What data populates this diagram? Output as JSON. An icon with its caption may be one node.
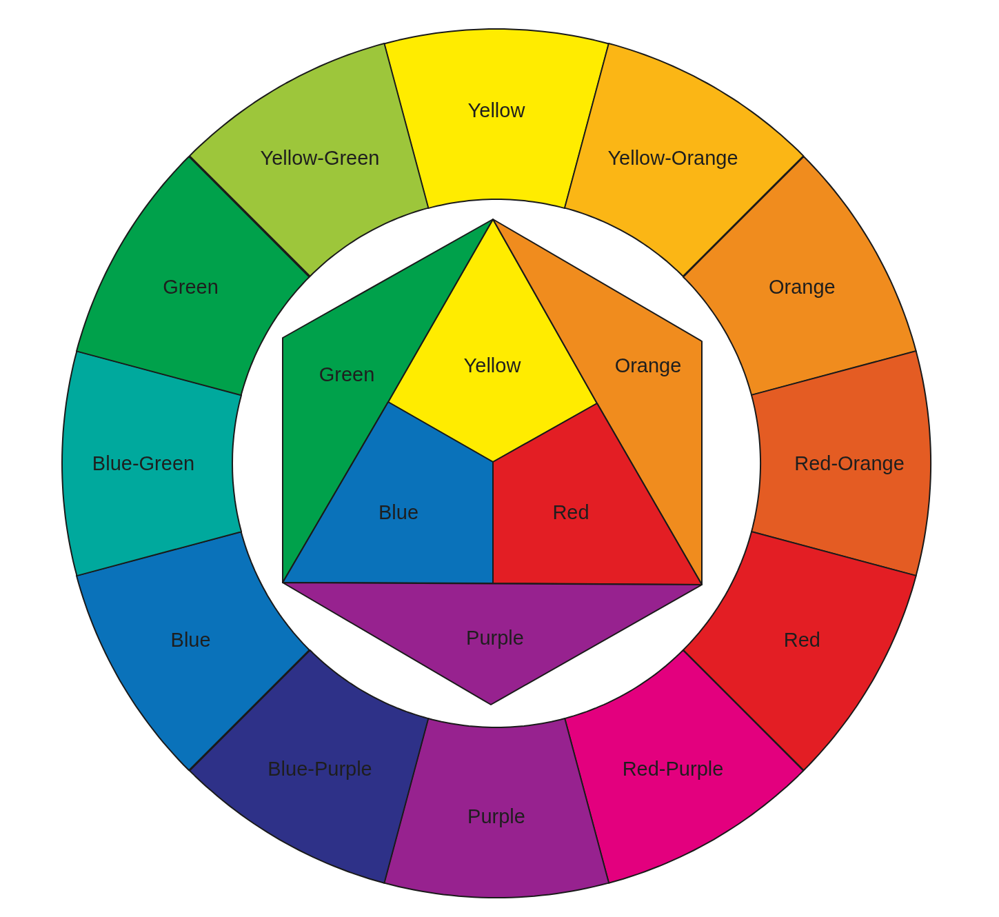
{
  "diagram": {
    "nodes": [
      {
        "text": [
          "Yellow"
        ]
      },
      {
        "text": [
          "Yellow-Orange"
        ]
      },
      {
        "text": [
          "Orange"
        ]
      },
      {
        "text": [
          "Red-Orange"
        ]
      },
      {
        "text": [
          "Red"
        ]
      },
      {
        "text": [
          "Red-Purple"
        ]
      },
      {
        "text": [
          "Purple"
        ]
      },
      {
        "text": [
          "Blue-Purple"
        ]
      },
      {
        "text": [
          "Blue"
        ]
      },
      {
        "text": [
          "Blue-Green"
        ]
      },
      {
        "text": [
          "Green"
        ]
      },
      {
        "text": [
          "Yellow-Green"
        ]
      },
      {
        "text": [
          "Yellow"
        ]
      },
      {
        "text": [
          "Green"
        ]
      },
      {
        "text": [
          "Orange"
        ]
      },
      {
        "text": [
          "Blue"
        ]
      },
      {
        "text": [
          "Red"
        ]
      },
      {
        "text": [
          "Purple"
        ]
      }
    ]
  }
}
